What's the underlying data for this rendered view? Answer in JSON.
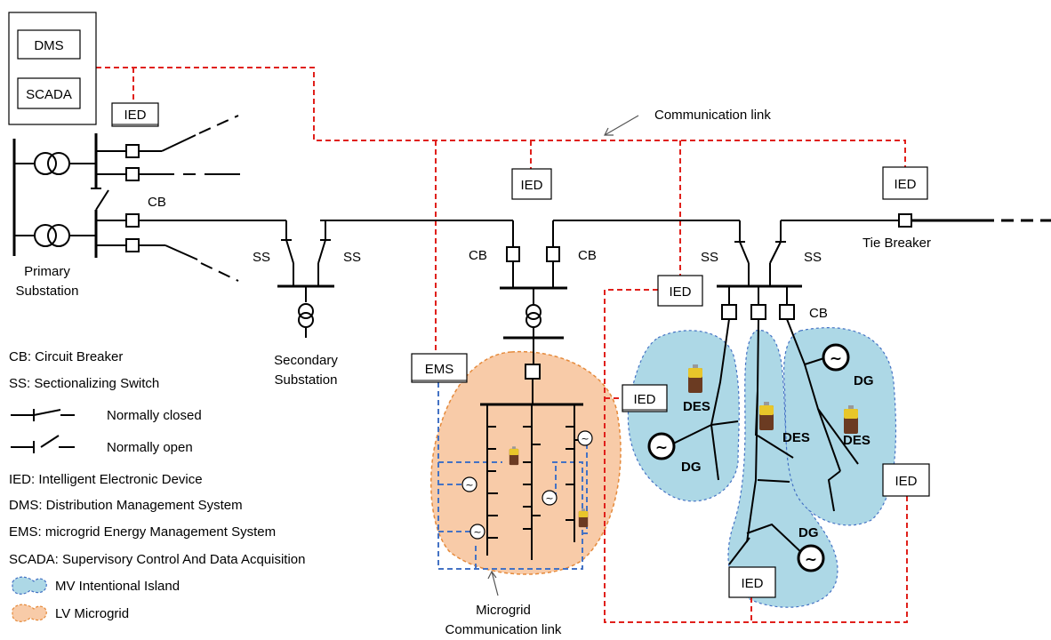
{
  "control_center": {
    "dms": "DMS",
    "scada": "SCADA"
  },
  "ied": "IED",
  "ems": "EMS",
  "cb": "CB",
  "ss": "SS",
  "tie_breaker": "Tie Breaker",
  "communication_link": "Communication link",
  "primary_substation": [
    "Primary",
    "Substation"
  ],
  "secondary_substation": [
    "Secondary",
    "Substation"
  ],
  "microgrid_comm_link": [
    "Microgrid",
    "Communication link"
  ],
  "des": "DES",
  "dg": "DG",
  "legend": {
    "cb": "CB: Circuit Breaker",
    "ss": "SS: Sectionalizing Switch",
    "nc": "Normally closed",
    "no": "Normally open",
    "ied": "IED: Intelligent Electronic Device",
    "dms": "DMS: Distribution  Management  System",
    "ems": "EMS: microgrid Energy Management System",
    "scada": "SCADA: Supervisory  Control And  Data Acquisition",
    "mv_island": "MV Intentional Island",
    "lv_microgrid": "LV Microgrid"
  },
  "colors": {
    "communication": "#e0201b",
    "microgrid_comm": "#4472c4",
    "mv_island_fill": "#add8e6",
    "lv_microgrid_fill": "#f8cba8"
  }
}
